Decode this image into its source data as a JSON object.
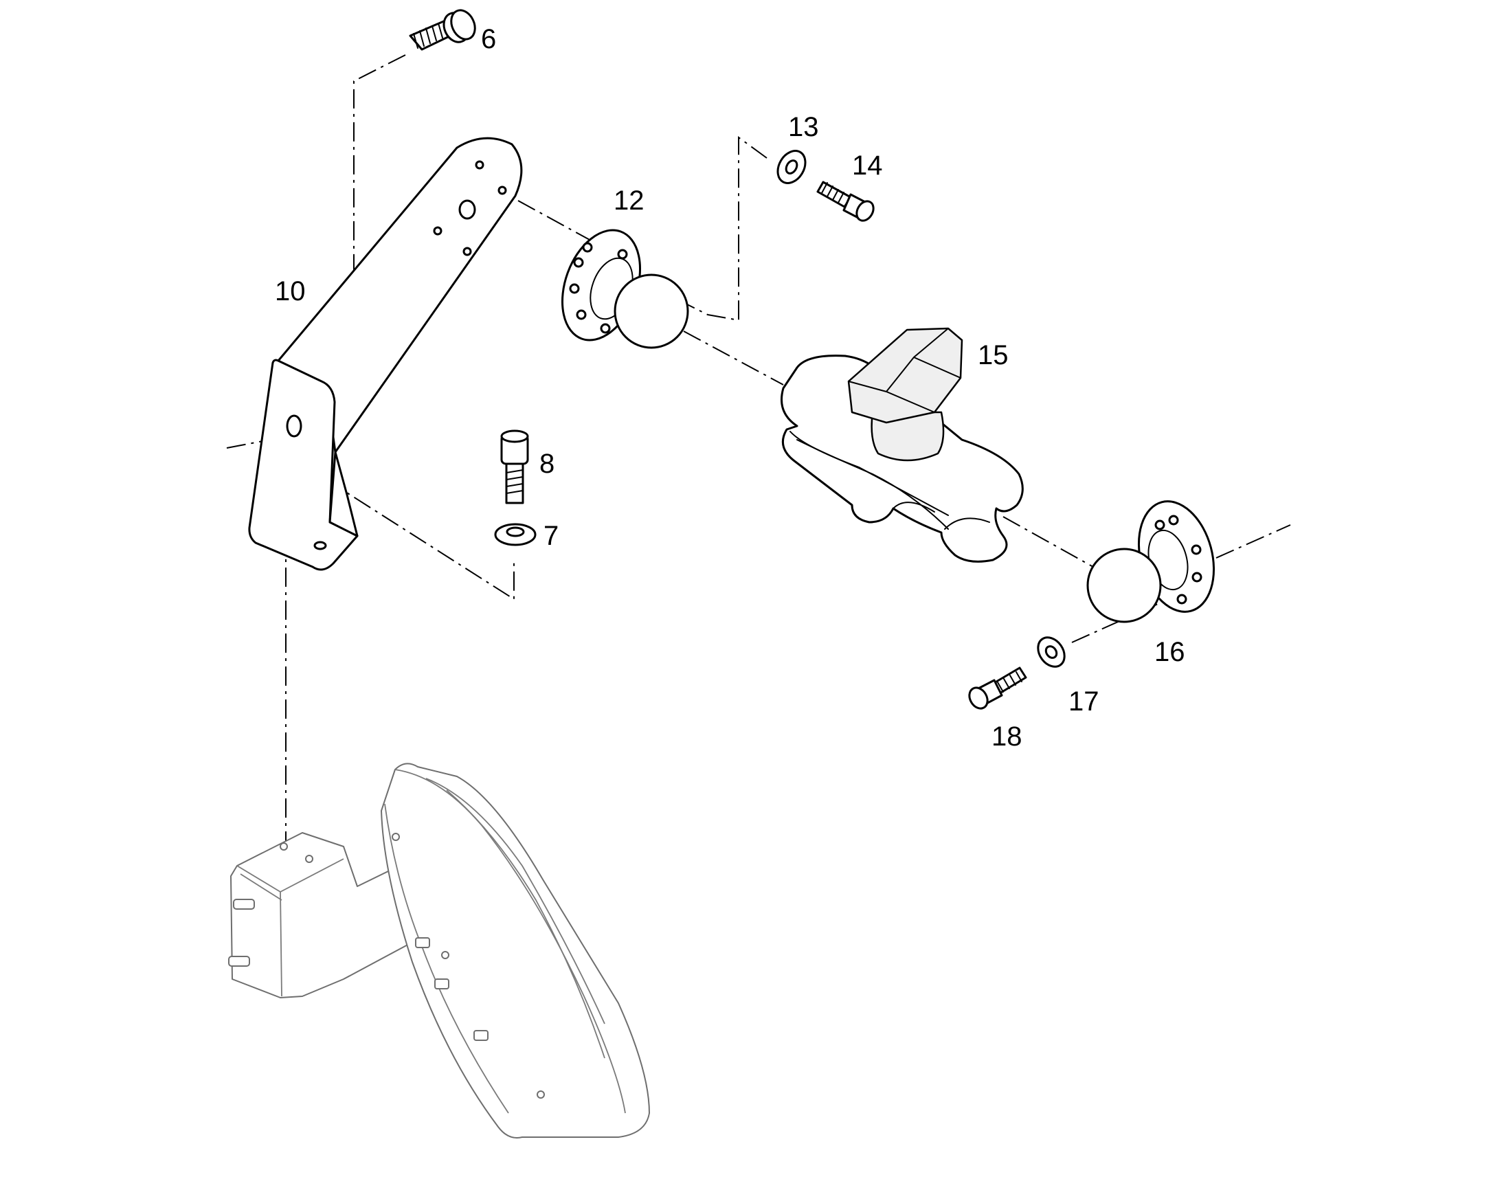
{
  "diagram": {
    "style": "exploded parts illustration",
    "line_color": "#000000",
    "reference_part_color": "#6e6e6e",
    "callouts": {
      "c6": "6",
      "c7": "7",
      "c8": "8",
      "c10": "10",
      "c12": "12",
      "c13": "13",
      "c14": "14",
      "c15": "15",
      "c16": "16",
      "c17": "17",
      "c18": "18"
    }
  }
}
